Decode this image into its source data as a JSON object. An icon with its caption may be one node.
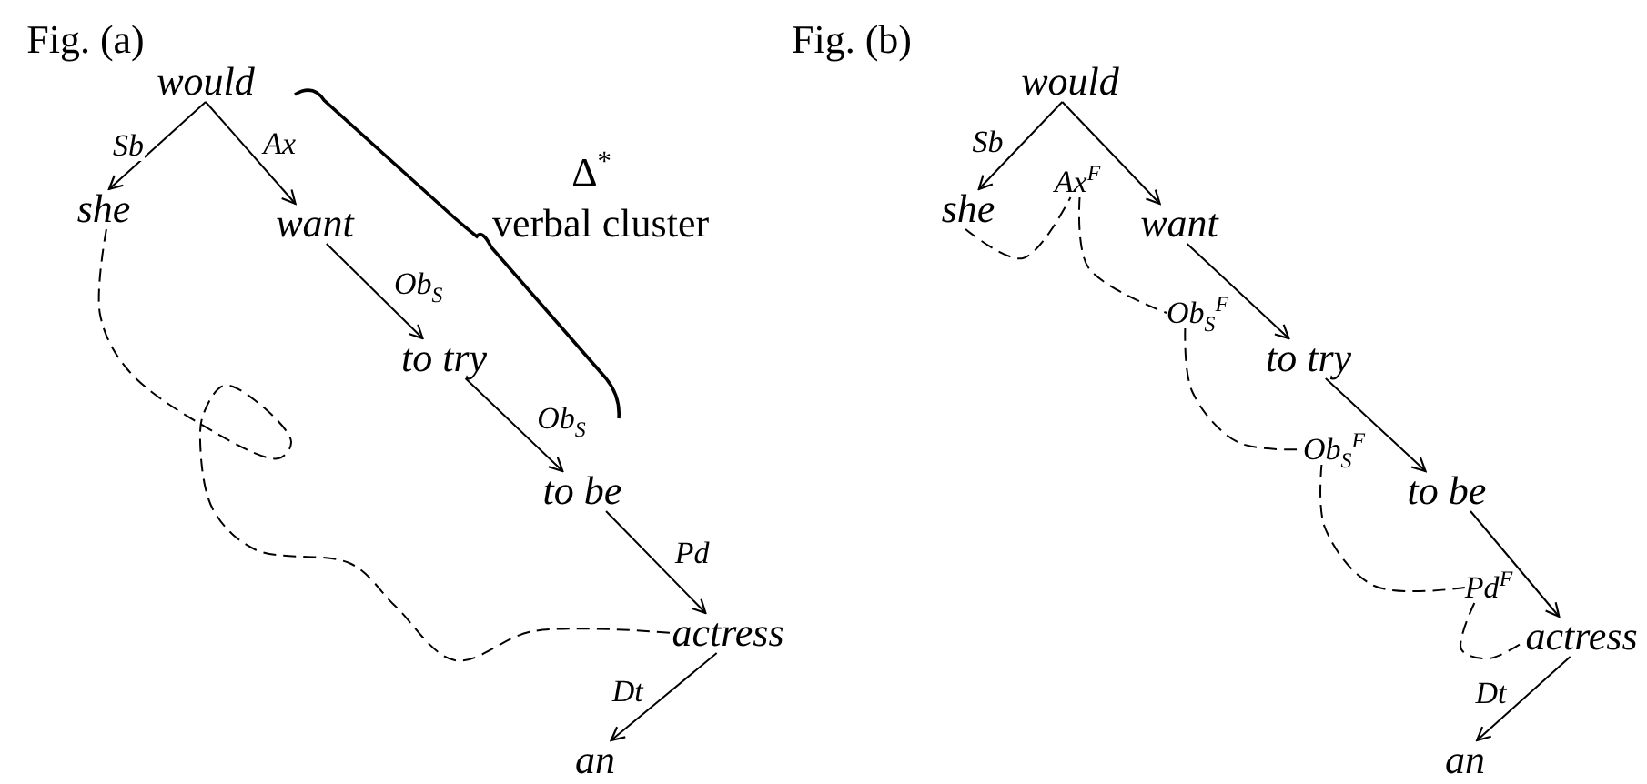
{
  "diagram": {
    "nodes": [
      {
        "text": [
          "would"
        ]
      },
      {
        "text": [
          "she"
        ]
      },
      {
        "text": [
          "want"
        ]
      },
      {
        "text": [
          "to try"
        ]
      },
      {
        "text": [
          "to be"
        ]
      },
      {
        "text": [
          "actress"
        ]
      },
      {
        "text": [
          "an"
        ]
      },
      {
        "text": [
          "would"
        ]
      },
      {
        "text": [
          "she"
        ]
      },
      {
        "text": [
          "want"
        ]
      },
      {
        "text": [
          "to try"
        ]
      },
      {
        "text": [
          "to be"
        ]
      },
      {
        "text": [
          "actress"
        ]
      },
      {
        "text": [
          "an"
        ]
      },
      {
        "text": [
          "Ax$^{F}$"
        ]
      },
      {
        "text": [
          "Ob$_{S}$$^{F}$"
        ]
      },
      {
        "text": [
          "Ob$_{S}$$^{F}$"
        ]
      },
      {
        "text": [
          "Pd$^{F}$"
        ]
      }
    ],
    "edges": [
      {
        "from": 0,
        "to": 1,
        "arrow": "to",
        "label": "Sb"
      },
      {
        "from": 0,
        "to": 2,
        "arrow": "to",
        "label": "Ax"
      },
      {
        "from": 2,
        "to": 3,
        "arrow": "to",
        "label": "Ob$_{S}$"
      },
      {
        "from": 3,
        "to": 4,
        "arrow": "to",
        "label": "Ob$_{S}$"
      },
      {
        "from": 4,
        "to": 5,
        "arrow": "to",
        "label": "Pd"
      },
      {
        "from": 5,
        "to": 6,
        "arrow": "to",
        "label": "Dt"
      },
      {
        "from": 1,
        "to": 5,
        "arrow": "none",
        "style": "dashed"
      },
      {
        "from": 7,
        "to": 8,
        "arrow": "to",
        "label": "Sb"
      },
      {
        "from": 7,
        "to": 9,
        "arrow": "to"
      },
      {
        "from": 9,
        "to": 10,
        "arrow": "to"
      },
      {
        "from": 10,
        "to": 11,
        "arrow": "to"
      },
      {
        "from": 11,
        "to": 12,
        "arrow": "to"
      },
      {
        "from": 12,
        "to": 13,
        "arrow": "to",
        "label": "Dt"
      },
      {
        "from": 8,
        "to": 14,
        "arrow": "none",
        "style": "dashed"
      },
      {
        "from": 14,
        "to": 15,
        "arrow": "none",
        "style": "dashed"
      },
      {
        "from": 15,
        "to": 16,
        "arrow": "none",
        "style": "dashed"
      },
      {
        "from": 16,
        "to": 17,
        "arrow": "none",
        "style": "dashed"
      },
      {
        "from": 17,
        "to": 12,
        "arrow": "none",
        "style": "dashed"
      }
    ],
    "labels": [
      "Fig. (a)",
      "Fig. (b)",
      "Δ$^{*}$",
      "verbal cluster"
    ]
  }
}
